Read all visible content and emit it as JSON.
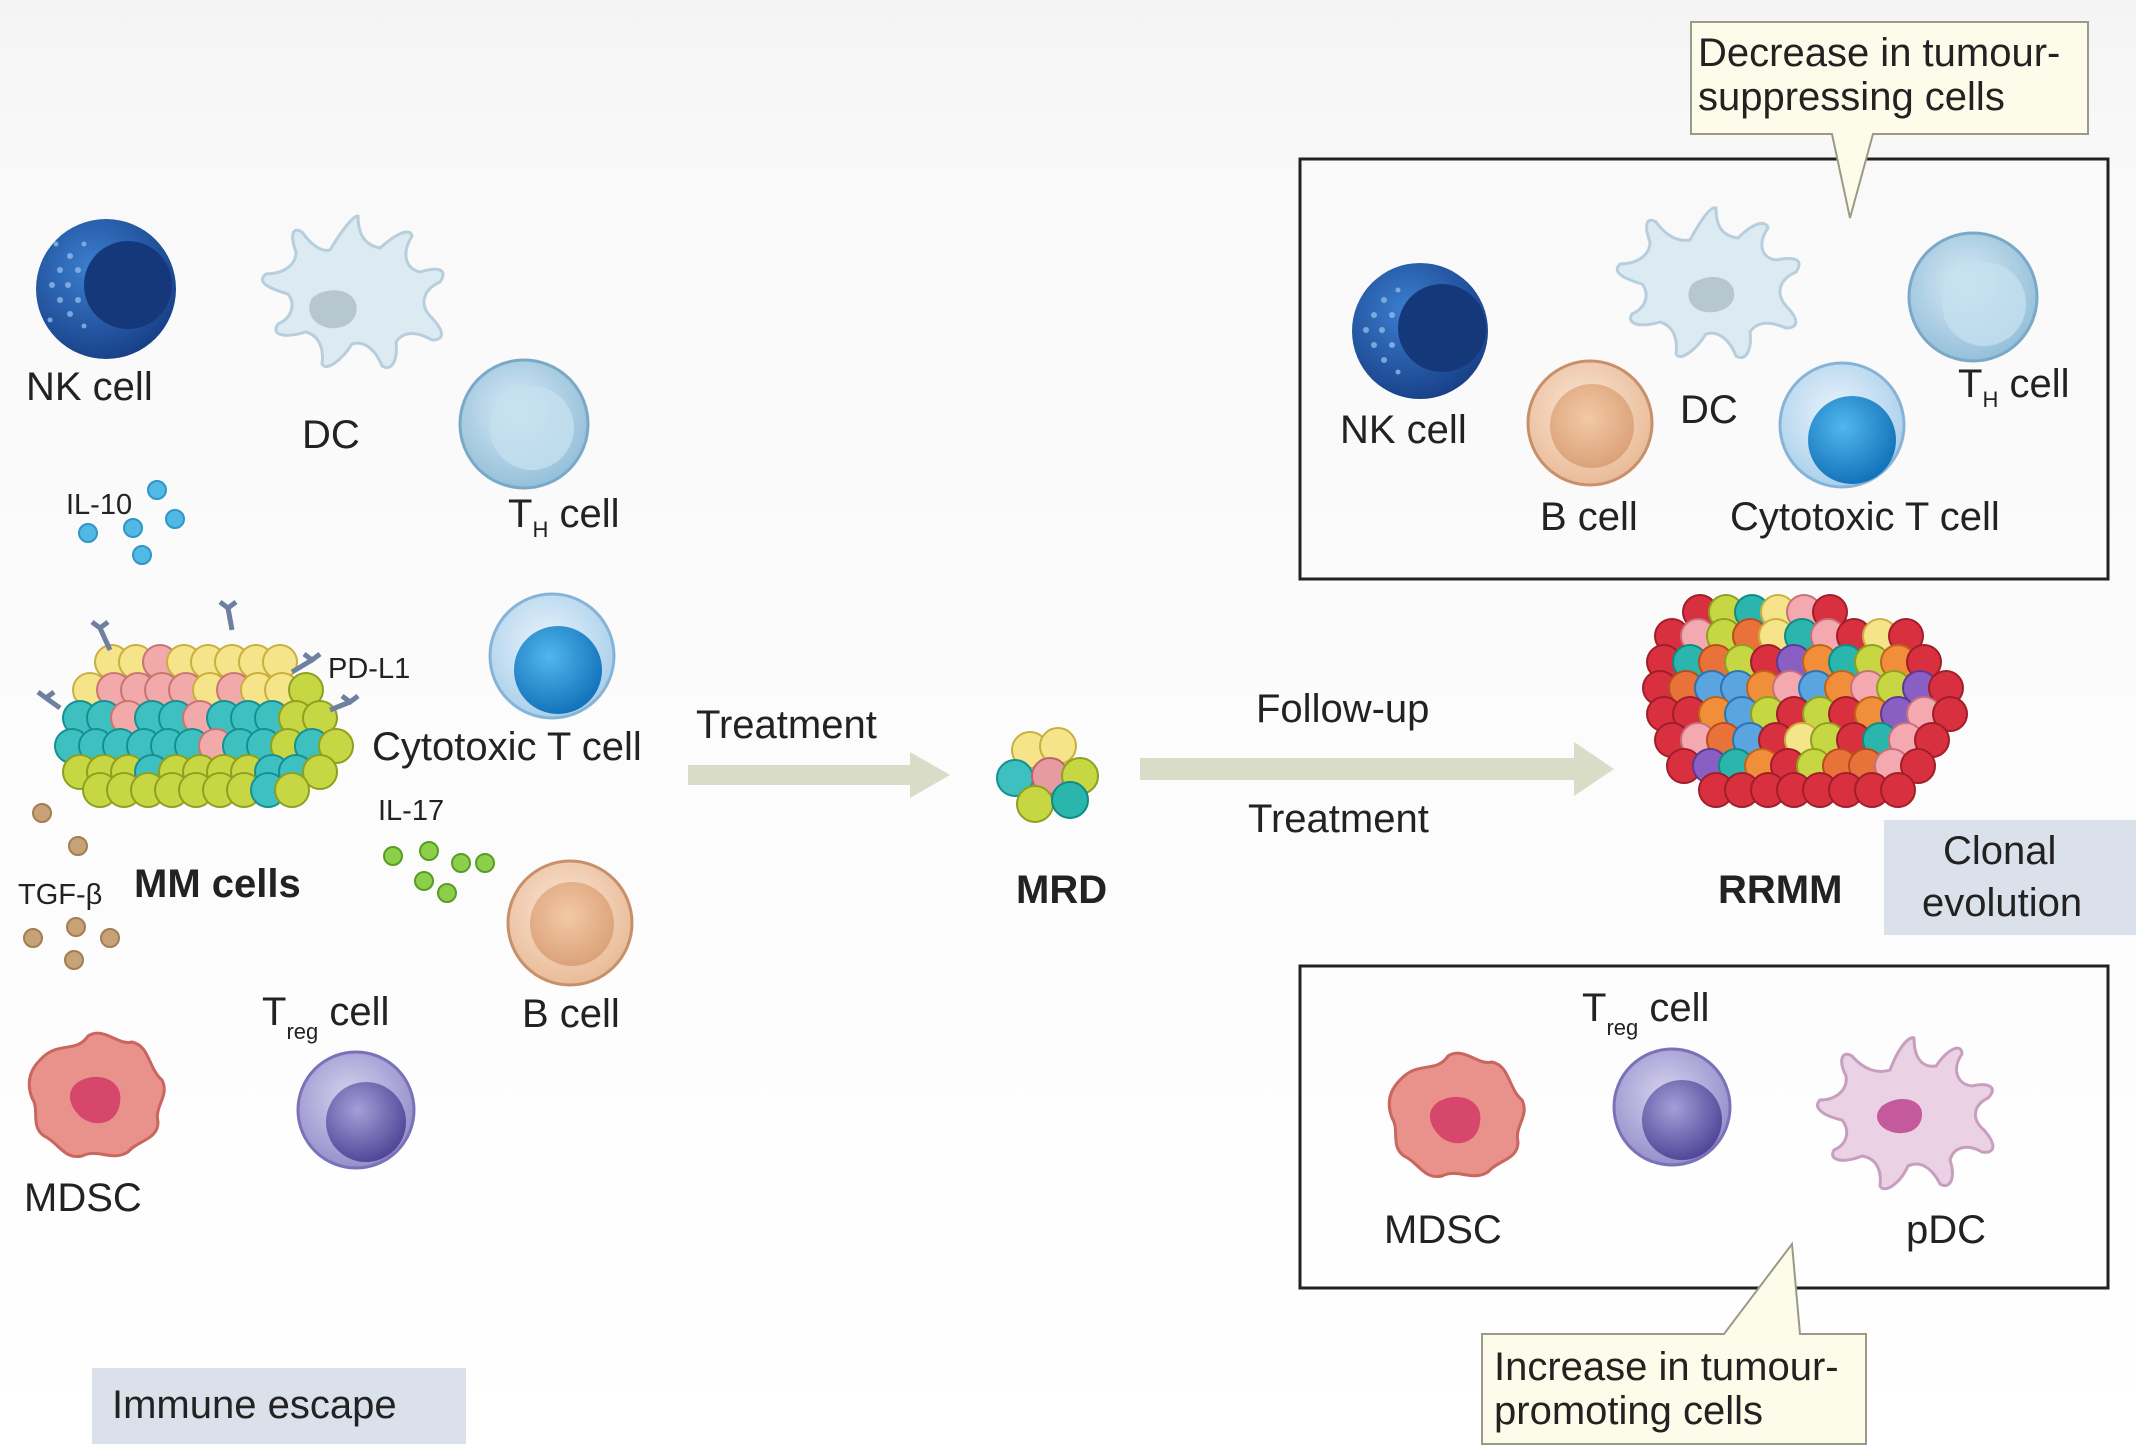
{
  "left": {
    "nk_cell": "NK cell",
    "dc": "DC",
    "th_cell": {
      "main": "T",
      "sub": "H",
      "rest": " cell"
    },
    "il10": "IL-10",
    "pd_l1": "PD-L1",
    "cytotoxic_t_cell": "Cytotoxic T cell",
    "tgf_beta": "TGF-β",
    "mm_cells": "MM cells",
    "il17": "IL-17",
    "b_cell": "B cell",
    "treg_cell": {
      "main": "T",
      "sub": "reg",
      "rest": " cell"
    },
    "mdsc": "MDSC",
    "immune_escape": "Immune escape"
  },
  "center": {
    "treatment": "Treatment",
    "mrd": "MRD",
    "follow_up": "Follow-up",
    "treatment2": "Treatment",
    "rrmm": "RRMM",
    "clonal_evolution": [
      "Clonal",
      "evolution"
    ]
  },
  "top_box": {
    "callout": [
      "Decrease in tumour-",
      "suppressing cells"
    ],
    "nk_cell": "NK cell",
    "dc": "DC",
    "th_cell": {
      "main": "T",
      "sub": "H",
      "rest": " cell"
    },
    "b_cell": "B cell",
    "cytotoxic_t_cell": "Cytotoxic T cell"
  },
  "bottom_box": {
    "treg_cell": {
      "main": "T",
      "sub": "reg",
      "rest": " cell"
    },
    "mdsc": "MDSC",
    "pdc": "pDC",
    "callout": [
      "Increase in tumour-",
      "promoting cells"
    ]
  },
  "colors": {
    "nk_blue": "#1f4f9a",
    "dc_fill": "#d6e6ef",
    "th_fill": "#a9cfe3",
    "cytotoxic_nucleus": "#1d8fd0",
    "b_cell_fill": "#f0c7a8",
    "treg_fill": "#8f86c8",
    "mdsc_fill": "#e6908a",
    "pdc_fill": "#e6cde0",
    "arrow": "#d9dcc6",
    "label_box": "#dbe1ea",
    "callout_fill": "#fdfbe9"
  }
}
